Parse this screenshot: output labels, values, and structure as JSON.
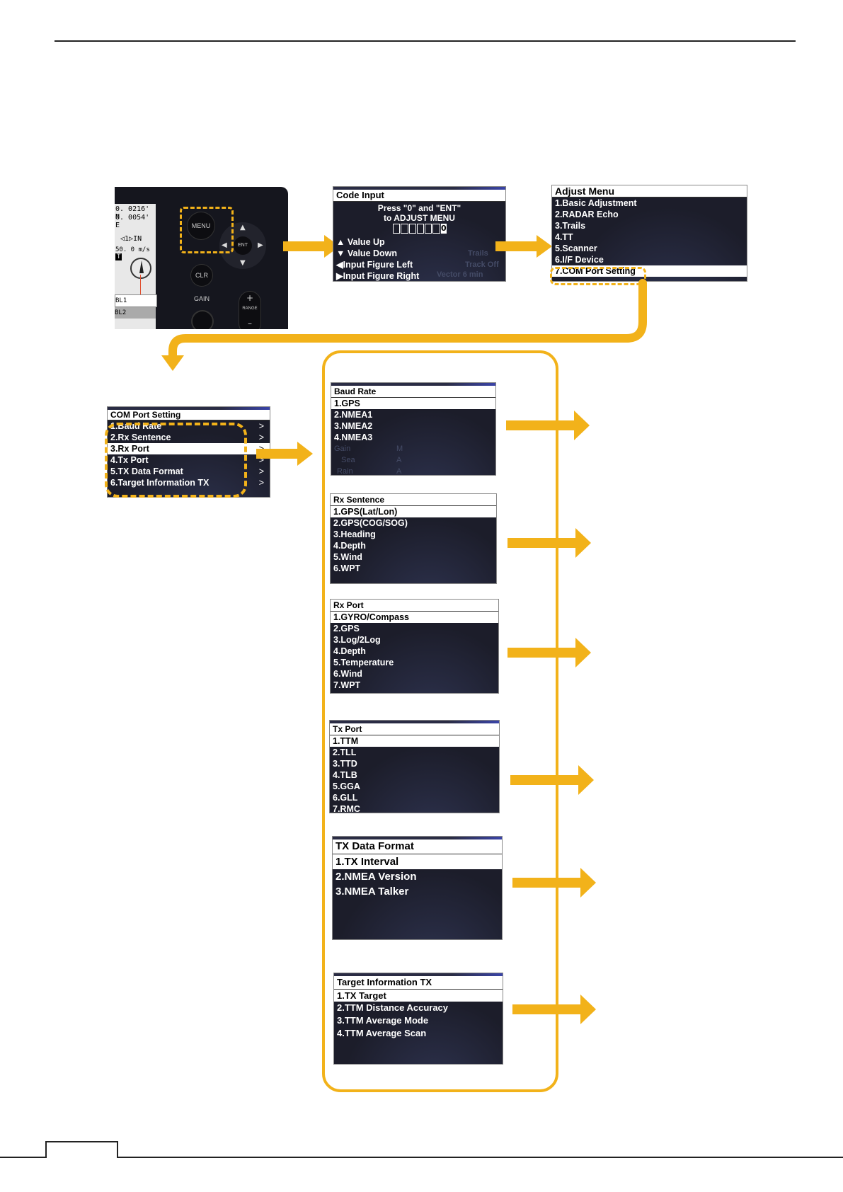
{
  "keypad": {
    "menu": "MENU",
    "ent": "ENT",
    "clr": "CLR",
    "gain": "GAIN",
    "range": "RANGE",
    "plus": "+",
    "minus": "–",
    "lat": "0. 0216' N",
    "lon": "0. 0054' E",
    "in": "IN",
    "one": "1",
    "speed": "50. 0 m/s",
    "t": "T",
    "bl1": "BL1",
    "bl2": "BL2"
  },
  "code_input": {
    "title": "Code Input",
    "press": "Press \"0\" and \"ENT\"",
    "to": "to ADJUST MENU",
    "digit": "0",
    "value_up": "Value Up",
    "value_down": "Value Down",
    "figure_left": "Input Figure Left",
    "figure_right": "Input Figure Right",
    "bg_trails": "Trails",
    "bg_track": "Track Off",
    "bg_vector": "Vector",
    "bg_vector_val": "6 min"
  },
  "adjust_menu": {
    "title": "Adjust Menu",
    "items": [
      "1.Basic Adjustment",
      "2.RADAR Echo",
      "3.Trails",
      "4.TT",
      "5.Scanner",
      "6.I/F Device",
      "7.COM Port Setting"
    ]
  },
  "com_port": {
    "title": "COM Port Setting",
    "items": [
      "1.Baud Rate",
      "2.Rx Sentence",
      "3.Rx Port",
      "4.Tx Port",
      "5.TX Data Format",
      "6.Target Information TX"
    ],
    "chevron": ">"
  },
  "baud_rate": {
    "title": "Baud Rate",
    "items": [
      "1.GPS",
      "2.NMEA1",
      "3.NMEA2",
      "4.NMEA3"
    ],
    "bg_gain": "Gain",
    "bg_sea": "Sea",
    "bg_rain": "Rain",
    "bg_m": "M",
    "bg_a1": "A",
    "bg_a2": "A"
  },
  "rx_sentence": {
    "title": "Rx Sentence",
    "items": [
      "1.GPS(Lat/Lon)",
      "2.GPS(COG/SOG)",
      "3.Heading",
      "4.Depth",
      "5.Wind",
      "6.WPT"
    ]
  },
  "rx_port": {
    "title": "Rx Port",
    "items": [
      "1.GYRO/Compass",
      "2.GPS",
      "3.Log/2Log",
      "4.Depth",
      "5.Temperature",
      "6.Wind",
      "7.WPT"
    ]
  },
  "tx_port": {
    "title": "Tx Port",
    "items": [
      "1.TTM",
      "2.TLL",
      "3.TTD",
      "4.TLB",
      "5.GGA",
      "6.GLL",
      "7.RMC"
    ]
  },
  "tx_data_format": {
    "title": "TX Data Format",
    "items": [
      "1.TX Interval",
      "2.NMEA Version",
      "3.NMEA Talker"
    ]
  },
  "target_info_tx": {
    "title": "Target Information TX",
    "items": [
      "1.TX Target",
      "2.TTM Distance Accuracy",
      "3.TTM Average Mode",
      "4.TTM Average Scan"
    ]
  },
  "colors": {
    "accent": "#f2b21a",
    "screen_bg": "#1c1d2a"
  }
}
